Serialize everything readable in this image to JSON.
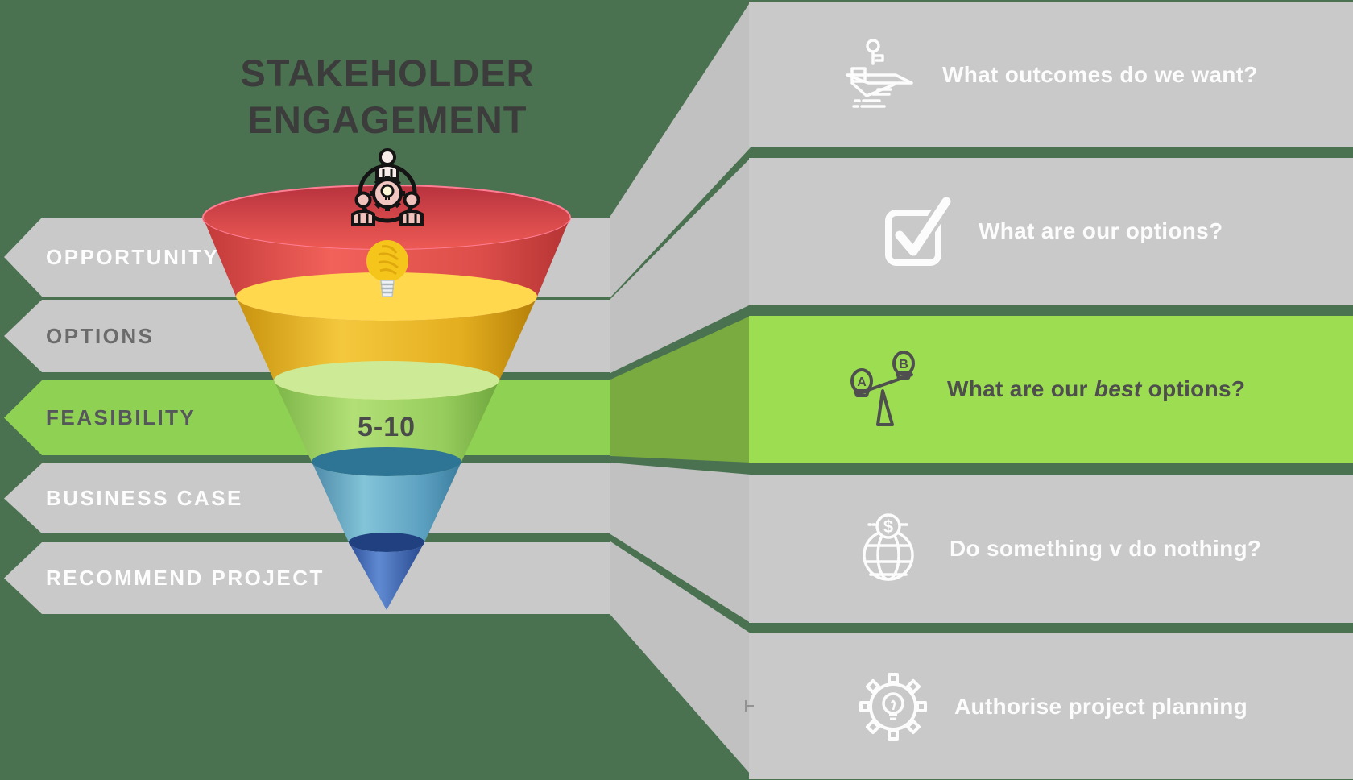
{
  "title": {
    "line1": "STAKEHOLDER",
    "line2": "ENGAGEMENT"
  },
  "funnel": {
    "center_label": "5-10",
    "segments": [
      {
        "name": "opportunity",
        "color": "#e14b4b"
      },
      {
        "name": "options",
        "color": "#eab62c"
      },
      {
        "name": "feasibility",
        "color": "#a2d566"
      },
      {
        "name": "business-case",
        "color": "#5b9fc0"
      },
      {
        "name": "recommend-project",
        "color": "#3f68b4"
      }
    ],
    "icons": [
      "teamwork-gear-icon",
      "lightbulb-icon"
    ]
  },
  "stages": [
    {
      "label": "OPPORTUNITY",
      "highlighted": false
    },
    {
      "label": "OPTIONS",
      "highlighted": false
    },
    {
      "label": "FEASIBILITY",
      "highlighted": true
    },
    {
      "label": "BUSINESS CASE",
      "highlighted": false
    },
    {
      "label": "RECOMMEND PROJECT",
      "highlighted": false
    }
  ],
  "questions": [
    {
      "text": "What outcomes do we want?",
      "icon": "vision-plane-icon",
      "highlighted": false
    },
    {
      "text": "What are our options?",
      "icon": "checkbox-icon",
      "highlighted": false
    },
    {
      "prefix": "What are our ",
      "emphasis": "best",
      "suffix": " options?",
      "icon": "balance-scale-icon",
      "highlighted": true
    },
    {
      "text": "Do something v do nothing?",
      "icon": "globe-dollar-icon",
      "highlighted": false
    },
    {
      "text": "Authorise project planning",
      "icon": "gear-bulb-icon",
      "highlighted": false
    }
  ],
  "colors": {
    "background": "#4a7150",
    "band_gray": "#c9c9c9",
    "band_green": "#8fd153",
    "panel_gray": "#c9c9c9",
    "panel_green": "#9cdd51",
    "connector_gray": "#c1c1c1",
    "connector_green": "#79ab41",
    "title_text": "#3c3c3c",
    "white_text": "#fdfdfd",
    "dark_text": "#55575a"
  }
}
